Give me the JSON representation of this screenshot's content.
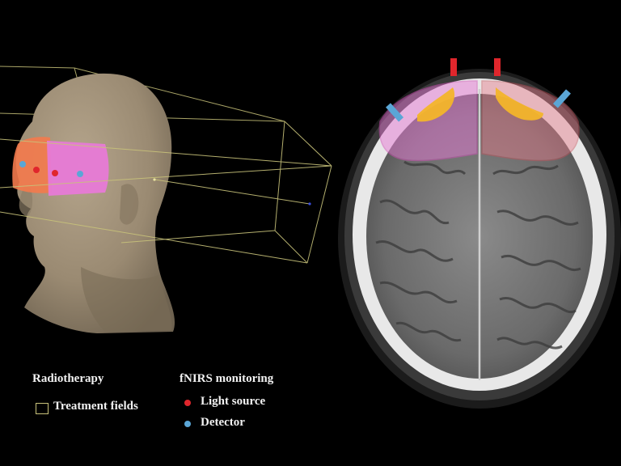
{
  "legend": {
    "radiotherapy_title": "Radiotherapy",
    "treatment_fields_label": "Treatment fields",
    "fnirs_title": "fNIRS monitoring",
    "light_source_label": "Light source",
    "detector_label": "Detector"
  },
  "colors": {
    "treatment_field_outline": "#c8c27a",
    "light_source": "#e0262c",
    "detector": "#5aa6d6",
    "field_pink": "#e77ad6",
    "field_orange": "#f47a4c",
    "sensitivity_band": "#f3b52a"
  }
}
